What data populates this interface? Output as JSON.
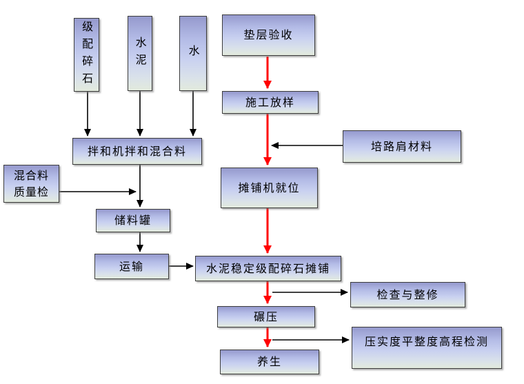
{
  "diagram": {
    "type": "flowchart",
    "background": "#ffffff",
    "colors": {
      "main_flow_arrow": "#ff0000",
      "connector_arrow": "#000000",
      "node_border": "#3c3c3c",
      "node_gradient_top": "#9599cd",
      "node_gradient_mid": "#c9d1f0",
      "node_gradient_bottom": "#e2eadd",
      "text": "#000000"
    },
    "nodes": {
      "graded_crushed_stone": {
        "label": "级配碎石"
      },
      "cement": {
        "label": "水泥"
      },
      "water": {
        "label": "水"
      },
      "cushion_layer_acceptance": {
        "label": "垫层验收"
      },
      "construction_layout": {
        "label": "施工放样"
      },
      "mixer_mixing_mixture": {
        "label": "拌和机拌和混合料"
      },
      "mixture_quality_check": {
        "label": "混合料\n质量检"
      },
      "shoulder_material": {
        "label": "培路肩材料"
      },
      "paver_in_position": {
        "label": "摊铺机就位"
      },
      "storage_tank": {
        "label": "储料罐"
      },
      "transport": {
        "label": "运输"
      },
      "cement_stabilized_paving": {
        "label": "水泥稳定级配碎石摊铺"
      },
      "inspection_and_repair": {
        "label": "检查与整修"
      },
      "rolling": {
        "label": "碾压"
      },
      "compaction_flatness_elevation_test": {
        "label": "压实度平整度高程检测"
      },
      "curing": {
        "label": "养生"
      }
    },
    "edges": [
      {
        "from": "graded_crushed_stone",
        "to": "mixer_mixing_mixture",
        "color": "black"
      },
      {
        "from": "cement",
        "to": "mixer_mixing_mixture",
        "color": "black"
      },
      {
        "from": "water",
        "to": "mixer_mixing_mixture",
        "color": "black"
      },
      {
        "from": "mixer_mixing_mixture",
        "to": "storage_tank",
        "color": "black"
      },
      {
        "from": "mixture_quality_check",
        "to": "storage_tank",
        "color": "black"
      },
      {
        "from": "storage_tank",
        "to": "transport",
        "color": "black"
      },
      {
        "from": "transport",
        "to": "cement_stabilized_paving",
        "color": "black"
      },
      {
        "from": "cushion_layer_acceptance",
        "to": "construction_layout",
        "color": "red"
      },
      {
        "from": "construction_layout",
        "to": "paver_in_position",
        "color": "red"
      },
      {
        "from": "shoulder_material",
        "to": "paver_in_position",
        "color": "black"
      },
      {
        "from": "paver_in_position",
        "to": "cement_stabilized_paving",
        "color": "red"
      },
      {
        "from": "cement_stabilized_paving",
        "to": "inspection_and_repair",
        "color": "black"
      },
      {
        "from": "cement_stabilized_paving",
        "to": "rolling",
        "color": "red"
      },
      {
        "from": "rolling",
        "to": "compaction_flatness_elevation_test",
        "color": "black"
      },
      {
        "from": "rolling",
        "to": "curing",
        "color": "red"
      }
    ]
  }
}
